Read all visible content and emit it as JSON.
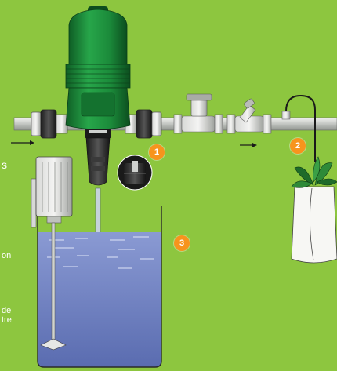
{
  "colors": {
    "background": "#8dc63f",
    "pump_green": "#1b8a3a",
    "pump_dark": "#0f5e25",
    "pipe": "#c9ccc8",
    "tank_water": "#6b7fc0",
    "callout": "#f7941d"
  },
  "edge_text": {
    "line1": "s",
    "line2": "on",
    "line3": "de",
    "line4": "tre"
  },
  "callouts": [
    "1",
    "2",
    "3"
  ],
  "icons": {
    "pump": "dosing-pump-icon",
    "flow_arrow": "flow-arrow-icon",
    "solenoid_valve": "solenoid-valve-icon",
    "filter": "y-filter-icon",
    "mixer": "mixer-motor-icon",
    "tank": "stock-tank-icon",
    "plant": "potted-plant-icon",
    "dripper": "dripper-icon"
  }
}
